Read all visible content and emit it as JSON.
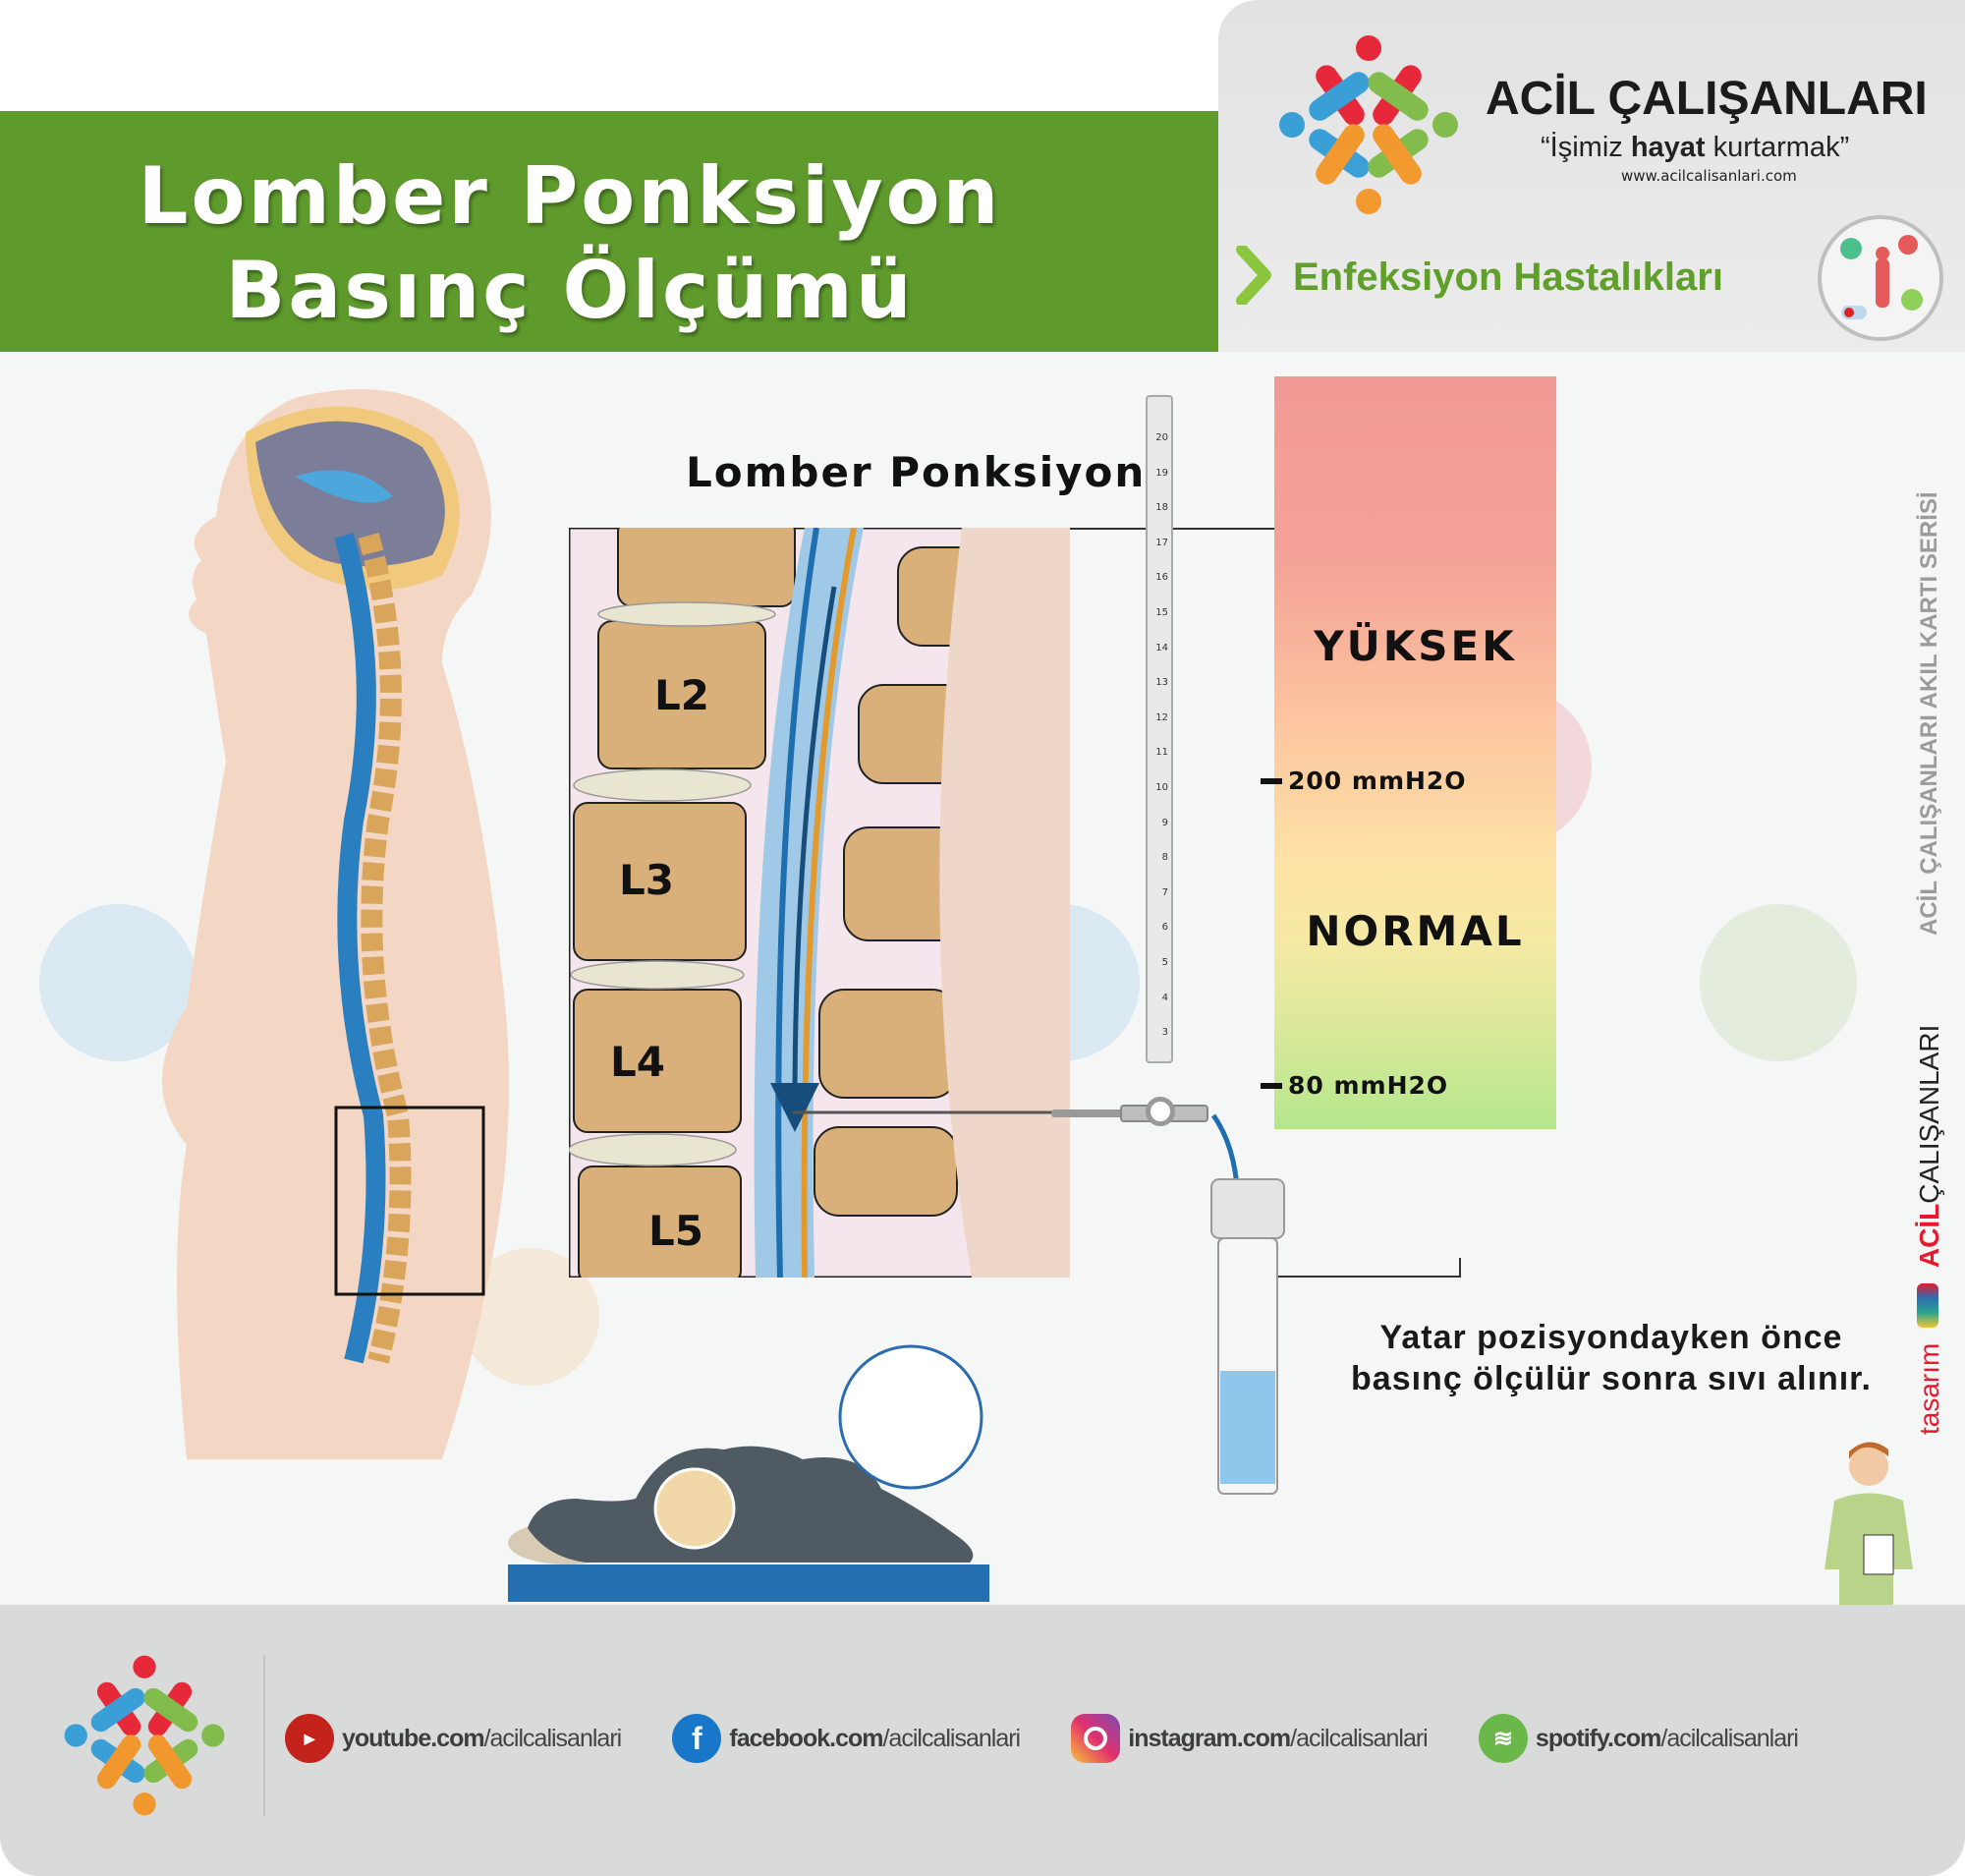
{
  "header": {
    "title_line1": "Lomber Ponksiyon",
    "title_line2": "Basınç Ölçümü"
  },
  "brand": {
    "name": "ACİL ÇALIŞANLARI",
    "tagline_pre": "“İşimiz ",
    "tagline_bold": "hayat",
    "tagline_post": " kurtarmak”",
    "url": "www.acilcalisanlari.com"
  },
  "category": {
    "label": "Enfeksiyon Hastalıkları",
    "icon": "infection-icon"
  },
  "diagram": {
    "label": "Lomber Ponksiyon",
    "vertebrae": [
      "L2",
      "L3",
      "L4",
      "L5"
    ],
    "manometer_ticks": [
      "20",
      "19",
      "18",
      "17",
      "16",
      "15",
      "14",
      "13",
      "12",
      "11",
      "10",
      "9",
      "8",
      "7",
      "6",
      "5",
      "4",
      "3"
    ]
  },
  "scale": {
    "high": "YÜKSEK",
    "normal": "NORMAL",
    "upper_threshold": "200 mmH2O",
    "lower_threshold": "80 mmH2O",
    "colors": {
      "high": "#f29a96",
      "normal": "#fde3a6",
      "low": "#b4e68c"
    }
  },
  "instruction": {
    "line1": "Yatar pozisyondayken önce",
    "line2": "basınç ölçülür sonra sıvı alınır."
  },
  "side": {
    "series": "ACİL ÇALIŞANLARI AKIL KARTI SERİSİ",
    "design_prefix": "tasarım",
    "design_red": "ACİL",
    "design_black": "ÇALIŞANLARI"
  },
  "footer": {
    "social": [
      {
        "icon": "youtube-icon",
        "bold": "youtube.com",
        "rest": "/acilcalisanlari",
        "color": "#c4231c"
      },
      {
        "icon": "facebook-icon",
        "bold": "facebook.com",
        "rest": "/acilcalisanlari",
        "color": "#1877c8"
      },
      {
        "icon": "instagram-icon",
        "bold": "instagram.com",
        "rest": "/acilcalisanlari",
        "color": "#d6367d"
      },
      {
        "icon": "spotify-icon",
        "bold": "spotify.com",
        "rest": "/acilcalisanlari",
        "color": "#6ab84a"
      }
    ]
  }
}
